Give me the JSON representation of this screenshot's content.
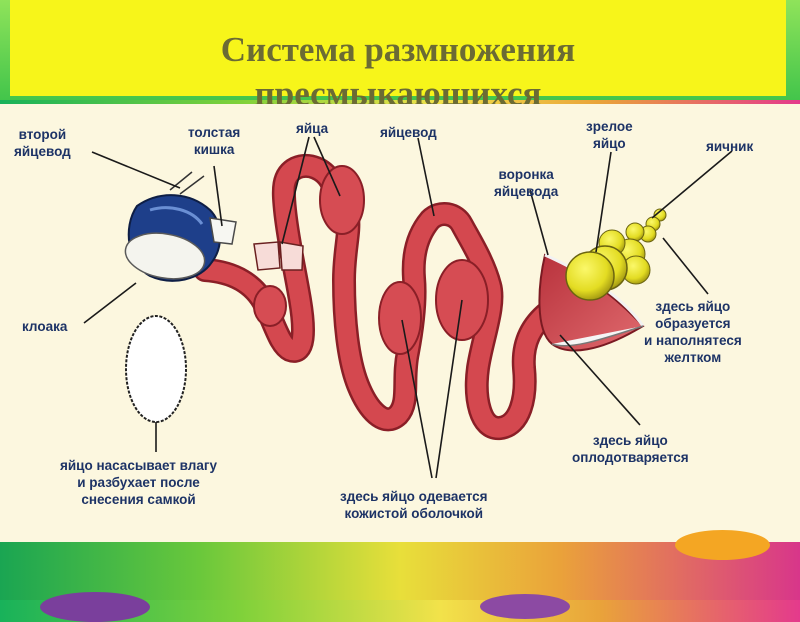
{
  "title": {
    "line1": "Система размножения",
    "line2": "пресмыкающихся"
  },
  "labels": {
    "second_oviduct": [
      "второй",
      "яйцевод"
    ],
    "large_intestine": [
      "толстая",
      "кишка"
    ],
    "eggs": [
      "яйца"
    ],
    "oviduct": [
      "яйцевод"
    ],
    "mature_egg": [
      "зрелое",
      "яйцо"
    ],
    "ovary": [
      "яичник"
    ],
    "oviduct_funnel": [
      "воронка",
      "яйцевода"
    ],
    "cloaca": [
      "клоака"
    ],
    "egg_formed": [
      "здесь яйцо",
      "образуется",
      "и наполнятеся",
      "желтком"
    ],
    "egg_fertilized": [
      "здесь яйцо",
      "оплодотваряется"
    ],
    "egg_shell": [
      "здесь яйцо одевается",
      "кожистой оболочкой"
    ],
    "egg_swells": [
      "яйцо насасывает влагу",
      "и разбухает после",
      "снесения самкой"
    ]
  },
  "colors": {
    "title_bg": "#f7f51a",
    "title_text": "#6b6b34",
    "panel_bg": "#fcf7df",
    "label_text": "#1d3366",
    "oviduct": "#d0484e",
    "oviduct_dark": "#8a1f27",
    "cloaca_blue": "#1e3f8a",
    "yolk": "#e6e021"
  }
}
